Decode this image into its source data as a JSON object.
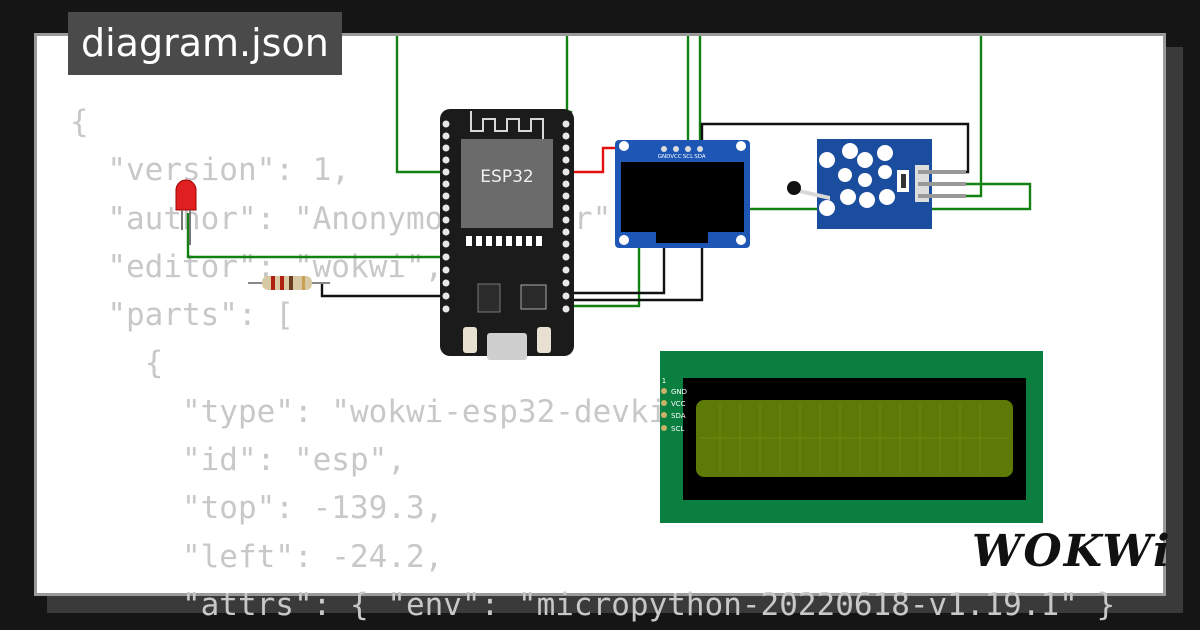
{
  "title": "diagram.json",
  "code_lines": [
    "{",
    "  \"version\": 1,",
    "  \"author\": \"Anonymous maker\",",
    "  \"editor\": \"wokwi\",",
    "  \"parts\": [",
    "    {",
    "      \"type\": \"wokwi-esp32-devkit-v1\",",
    "      \"id\": \"esp\",",
    "      \"top\": -139.3,",
    "      \"left\": -24.2,",
    "      \"attrs\": { \"env\": \"micropython-20220618-v1.19.1\" }"
  ],
  "esp32_label": "ESP32",
  "oled_pins": [
    "GND",
    "VCC",
    "SCL",
    "SDA"
  ],
  "lcd_pins": [
    "GND",
    "VCC",
    "SDA",
    "SCL"
  ],
  "lcd_pin1_label": "1",
  "logo": "WOKWi",
  "colors": {
    "wire_green": "#138013",
    "wire_red": "#e31010",
    "wire_black": "#111111",
    "esp_board": "#1b1b1b",
    "oled_board": "#1d56b4",
    "lcd_board": "#0a7f40",
    "lcd_screen": "#5d7a06",
    "sensor_board": "#1a4d9e",
    "led": "#e02020"
  }
}
